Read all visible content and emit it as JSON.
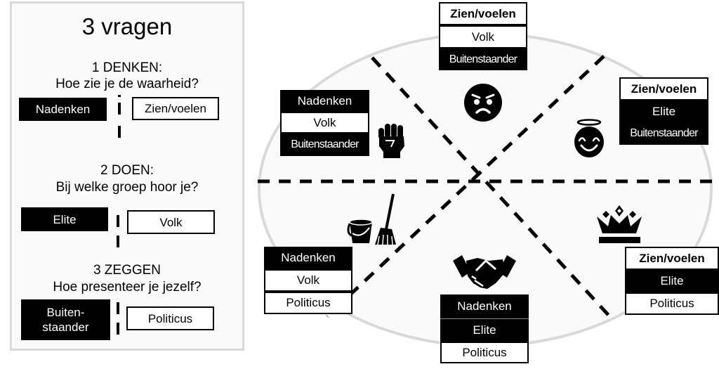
{
  "panel": {
    "title": "3 vragen",
    "questions": [
      {
        "heading": "1 DENKEN:",
        "question": "Hoe zie je de waarheid?",
        "option_dark": "Nadenken",
        "option_light": "Zien/voelen"
      },
      {
        "heading": "2 DOEN:",
        "question": "Bij welke groep hoor je?",
        "option_dark": "Elite",
        "option_light": "Volk"
      },
      {
        "heading": "3 ZEGGEN",
        "question": "Hoe presenteer je jezelf?",
        "option_dark": "Buiten-\nstaander",
        "option_light": "Politicus"
      }
    ]
  },
  "diagram": {
    "segments": [
      {
        "id": "top",
        "icon": "angry-face-icon",
        "cells": [
          {
            "text": "Zien/voelen",
            "style": "light"
          },
          {
            "text": "Volk",
            "style": "light"
          },
          {
            "text": "Buitenstaander",
            "style": "dark"
          }
        ]
      },
      {
        "id": "upper-left",
        "icon": "raised-fist-icon",
        "cells": [
          {
            "text": "Nadenken",
            "style": "dark"
          },
          {
            "text": "Volk",
            "style": "light"
          },
          {
            "text": "Buitenstaander",
            "style": "dark"
          }
        ]
      },
      {
        "id": "upper-right",
        "icon": "angel-face-icon",
        "cells": [
          {
            "text": "Zien/voelen",
            "style": "light"
          },
          {
            "text": "Elite",
            "style": "dark"
          },
          {
            "text": "Buitenstaander",
            "style": "dark"
          }
        ]
      },
      {
        "id": "lower-left",
        "icon": "bucket-mop-icon",
        "cells": [
          {
            "text": "Nadenken",
            "style": "dark"
          },
          {
            "text": "Volk",
            "style": "light"
          },
          {
            "text": "Politicus",
            "style": "light"
          }
        ]
      },
      {
        "id": "bottom",
        "icon": "handshake-icon",
        "cells": [
          {
            "text": "Nadenken",
            "style": "dark"
          },
          {
            "text": "Elite",
            "style": "dark"
          },
          {
            "text": "Politicus",
            "style": "light"
          }
        ]
      },
      {
        "id": "lower-right",
        "icon": "crown-icon",
        "cells": [
          {
            "text": "Zien/voelen",
            "style": "light"
          },
          {
            "text": "Elite",
            "style": "dark"
          },
          {
            "text": "Politicus",
            "style": "light"
          }
        ]
      }
    ]
  }
}
